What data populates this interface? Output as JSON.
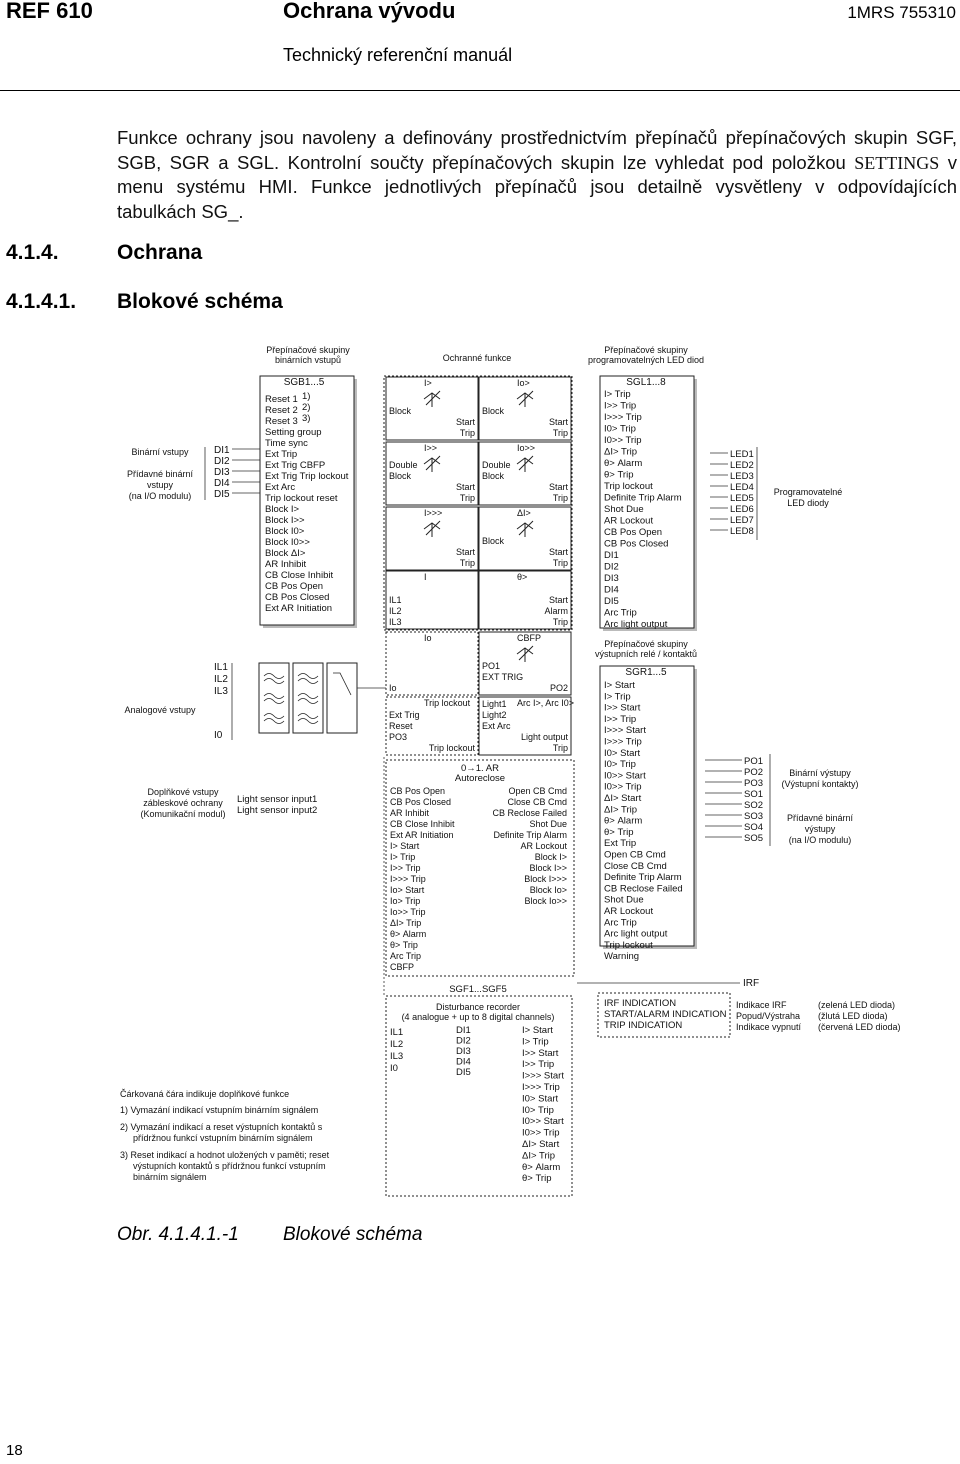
{
  "header": {
    "product": "REF 610",
    "title": "Ochrana vývodu",
    "doc_id": "1MRS 755310",
    "subtitle": "Technický referenční manuál"
  },
  "intro": {
    "p1": "Funkce ochrany jsou navoleny a definovány prostřednictvím přepínačů přepínačových skupin SGF, SGB, SGR a SGL. Kontrolní součty přepínačových skupin lze vyhledat pod položkou ",
    "mono": "SETTINGS",
    "p2": " v menu systému HMI. Funkce jednotlivých přepínačů jsou detailně vysvětleny v odpovídajících tabulkách SG_."
  },
  "sections": [
    {
      "num": "4.1.4.",
      "title": "Ochrana"
    },
    {
      "num": "4.1.4.1.",
      "title": "Blokové schéma"
    }
  ],
  "diagram": {
    "col_headers": {
      "sgb": [
        "Přepínačové skupiny",
        "binárních vstupů"
      ],
      "prot": "Ochranné funkce",
      "sgl": [
        "Přepínačové skupiny",
        "programovatelných LED diod"
      ],
      "sgr": [
        "Přepínačové skupiny",
        "výstupních relé / kontaktů"
      ]
    },
    "left_labels": {
      "binary": "Binární vstupy",
      "extra_binary": [
        "Přídavné binární",
        "vstupy",
        "(na I/O modulu)"
      ],
      "analog": "Analogové vstupy",
      "light": [
        "Doplňkové vstupy",
        "zábleskové ochrany",
        "(Komunikační modul)"
      ]
    },
    "di_inputs": [
      "DI1",
      "DI2",
      "DI3",
      "DI4",
      "DI5"
    ],
    "analog_inputs": [
      "IL1",
      "IL2",
      "IL3",
      "I0"
    ],
    "light_inputs": [
      "Light sensor input1",
      "Light sensor input2"
    ],
    "sgb_title": "SGB1...5",
    "sgb_items": [
      "Reset 1",
      "Reset 2",
      "Reset 3",
      "Setting group",
      "Time sync",
      "Ext Trip",
      "Ext Trig CBFP",
      "Ext Trig Trip lockout",
      "Ext Arc",
      "Trip lockout reset",
      "Block I>",
      "Block I>>",
      "Block I0>",
      "Block I0>>",
      "Block ΔI>",
      "AR Inhibit",
      "CB Close Inhibit",
      "CB Pos Open",
      "CB Pos Closed",
      "Ext AR Initiation"
    ],
    "reset_notes": [
      "1)",
      "2)",
      "3)"
    ],
    "prot_cells": [
      {
        "name": "I>",
        "ports": [
          "Block",
          "Start",
          "Trip"
        ]
      },
      {
        "name": "Io>",
        "ports": [
          "Block",
          "Start",
          "Trip"
        ]
      },
      {
        "name": "I>>",
        "ports": [
          "Double",
          "Block",
          "Start",
          "Trip"
        ]
      },
      {
        "name": "Io>>",
        "ports": [
          "Double",
          "Block",
          "Start",
          "Trip"
        ]
      },
      {
        "name": "I>>>",
        "ports": [
          "Start",
          "Trip"
        ]
      },
      {
        "name": "ΔI>",
        "ports": [
          "Block",
          "Start",
          "Trip"
        ]
      },
      {
        "name": "I",
        "ports": [
          "IL1",
          "IL2",
          "IL3"
        ]
      },
      {
        "name": "θ>",
        "ports": [
          "Start",
          "Alarm",
          "Trip"
        ]
      },
      {
        "name": "Io",
        "ports": [
          "Io"
        ]
      },
      {
        "name": "CBFP",
        "ports": [
          "PO1",
          "EXT TRIG",
          "PO2"
        ]
      },
      {
        "name": "Trip lockout",
        "ports": [
          "Ext Trig",
          "Reset",
          "PO3",
          "Trip lockout"
        ]
      },
      {
        "name": "Arc I>, Arc I0>",
        "ports": [
          "Light1",
          "Light2",
          "Ext Arc",
          "Light output",
          "Trip"
        ]
      }
    ],
    "ar_title": [
      "0→1. AR",
      "Autoreclose"
    ],
    "ar_left": [
      "CB Pos Open",
      "CB Pos Closed",
      "AR Inhibit",
      "CB Close Inhibit",
      "Ext AR Initiation",
      "I> Start",
      "I> Trip",
      "I>> Trip",
      "I>>> Trip",
      "Io> Start",
      "Io> Trip",
      "Io>> Trip",
      "ΔI> Trip",
      "θ> Alarm",
      "θ> Trip",
      "Arc Trip",
      "CBFP"
    ],
    "ar_right": [
      "Open CB Cmd",
      "Close CB Cmd",
      "CB Reclose Failed",
      "Shot Due",
      "Definite Trip Alarm",
      "AR Lockout",
      "Block I>",
      "Block I>>",
      "Block I>>>",
      "Block Io>",
      "Block Io>>"
    ],
    "sgl_title": "SGL1...8",
    "sgl_items": [
      "I> Trip",
      "I>> Trip",
      "I>>> Trip",
      "I0> Trip",
      "I0>> Trip",
      "ΔI> Trip",
      "θ> Alarm",
      "θ> Trip",
      "Trip lockout",
      "Definite Trip Alarm",
      "Shot Due",
      "AR Lockout",
      "CB Pos Open",
      "CB Pos Closed",
      "DI1",
      "DI2",
      "DI3",
      "DI4",
      "DI5",
      "Arc Trip",
      "Arc light output"
    ],
    "leds": [
      "LED1",
      "LED2",
      "LED3",
      "LED4",
      "LED5",
      "LED6",
      "LED7",
      "LED8"
    ],
    "led_label": [
      "Programovatelné",
      "LED diody"
    ],
    "sgr_title": "SGR1...5",
    "sgr_items": [
      "I> Start",
      "I> Trip",
      "I>> Start",
      "I>> Trip",
      "I>>> Start",
      "I>>> Trip",
      "I0> Start",
      "I0> Trip",
      "I0>> Start",
      "I0>> Trip",
      "ΔI> Start",
      "ΔI> Trip",
      "θ> Alarm",
      "θ> Trip",
      "Ext Trip",
      "Open CB Cmd",
      "Close CB Cmd",
      "Definite Trip Alarm",
      "CB Reclose Failed",
      "Shot Due",
      "AR Lockout",
      "Arc Trip",
      "Arc light output",
      "Trip lockout",
      "Warning"
    ],
    "outputs": [
      "PO1",
      "PO2",
      "PO3",
      "SO1",
      "SO2",
      "SO3",
      "SO4",
      "SO5"
    ],
    "output_labels": {
      "binary": [
        "Binární výstupy",
        "(Výstupní kontakty)"
      ],
      "extra": [
        "Přídavné binární",
        "výstupy",
        "(na I/O modulu)"
      ]
    },
    "irf": "IRF",
    "indication": {
      "items": [
        "IRF INDICATION",
        "START/ALARM INDICATION",
        "TRIP INDICATION"
      ],
      "names": [
        "Indikace IRF",
        "Popud/Výstraha",
        "Indikace vypnutí"
      ],
      "colors": [
        "(zelená LED dioda)",
        "(žlutá LED dioda)",
        "(červená LED dioda)"
      ]
    },
    "sgf_title": "SGF1...SGF5",
    "dr_title": [
      "Disturbance recorder",
      "(4 analogue + up to 8 digital channels)"
    ],
    "dr_analog": [
      "IL1",
      "IL2",
      "IL3",
      "I0"
    ],
    "dr_di": [
      "DI1",
      "DI2",
      "DI3",
      "DI4",
      "DI5"
    ],
    "dr_signals": [
      "I> Start",
      "I> Trip",
      "I>> Start",
      "I>> Trip",
      "I>>> Start",
      "I>>> Trip",
      "I0> Start",
      "I0> Trip",
      "I0>> Start",
      "I0>> Trip",
      "ΔI> Start",
      "ΔI> Trip",
      "θ> Alarm",
      "θ> Trip"
    ],
    "notes": [
      "Čárkovaná čára indikuje doplňkové funkce",
      "1)  Vymazání indikací vstupním binárním signálem",
      "2)  Vymazání indikací a reset výstupních kontaktů s",
      "přídržnou funkcí vstupním binárním signálem",
      "3)  Reset indikací a hodnot uložených v paměti; reset",
      "výstupních kontaktů s přídržnou funkcí vstupním",
      "binárním signálem"
    ]
  },
  "caption": {
    "num": "Obr. 4.1.4.1.-1",
    "title": "Blokové schéma"
  },
  "page_number": "18"
}
